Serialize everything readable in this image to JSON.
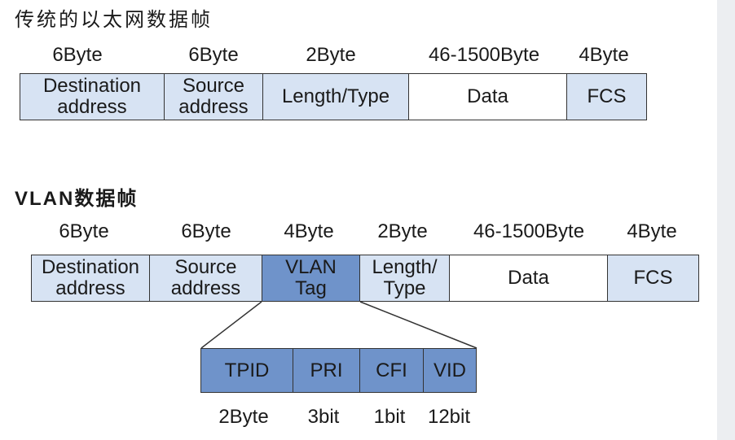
{
  "ethernet": {
    "title": "传统的以太网数据帧",
    "sizes": [
      "6Byte",
      "6Byte",
      "2Byte",
      "46-1500Byte",
      "4Byte"
    ],
    "fields": [
      {
        "lines": [
          "Destination",
          "address"
        ]
      },
      {
        "lines": [
          "Source",
          "address"
        ]
      },
      {
        "lines": [
          "Length/Type"
        ]
      },
      {
        "lines": [
          "Data"
        ]
      },
      {
        "lines": [
          "FCS"
        ]
      }
    ]
  },
  "vlan": {
    "title": "VLAN数据帧",
    "sizes": [
      "6Byte",
      "6Byte",
      "4Byte",
      "2Byte",
      "46-1500Byte",
      "4Byte"
    ],
    "fields": [
      {
        "lines": [
          "Destination",
          "address"
        ]
      },
      {
        "lines": [
          "Source",
          "address"
        ]
      },
      {
        "lines": [
          "VLAN",
          "Tag"
        ]
      },
      {
        "lines": [
          "Length/",
          "Type"
        ]
      },
      {
        "lines": [
          "Data"
        ]
      },
      {
        "lines": [
          "FCS"
        ]
      }
    ],
    "tag_fields": [
      "TPID",
      "PRI",
      "CFI",
      "VID"
    ],
    "tag_sizes": [
      "2Byte",
      "3bit",
      "1bit",
      "12bit"
    ]
  },
  "colors": {
    "field_fill": "#d7e3f3",
    "tag_fill": "#6f93ca",
    "data_fill": "#ffffff",
    "border": "#333333",
    "text": "#1a1a1a"
  }
}
